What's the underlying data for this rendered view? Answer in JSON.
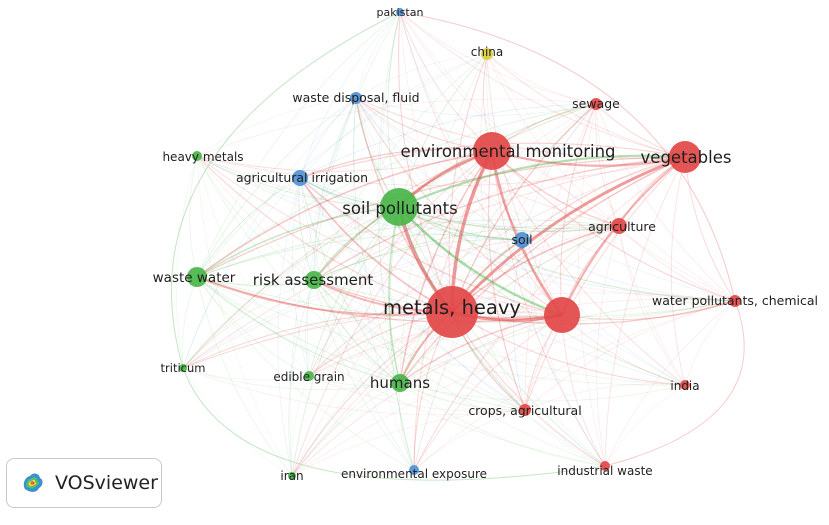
{
  "app": {
    "brand": "VOSviewer"
  },
  "colors": {
    "red": "#e24848",
    "green": "#49b649",
    "blue": "#4f91d6",
    "yellow": "#d9cf3b"
  },
  "nodes": [
    {
      "id": "pakistan",
      "label": "pakistan",
      "cluster": "blue",
      "weight": 2
    },
    {
      "id": "china",
      "label": "china",
      "cluster": "yellow",
      "weight": 2
    },
    {
      "id": "waste-disposal-fluid",
      "label": "waste disposal, fluid",
      "cluster": "blue",
      "weight": 3
    },
    {
      "id": "sewage",
      "label": "sewage",
      "cluster": "red",
      "weight": 3
    },
    {
      "id": "heavy-metals",
      "label": "heavy metals",
      "cluster": "green",
      "weight": 2
    },
    {
      "id": "environmental-monitoring",
      "label": "environmental monitoring",
      "cluster": "red",
      "weight": 10
    },
    {
      "id": "vegetables",
      "label": "vegetables",
      "cluster": "red",
      "weight": 8
    },
    {
      "id": "agricultural-irrigation",
      "label": "agricultural irrigation",
      "cluster": "blue",
      "weight": 4
    },
    {
      "id": "soil-pollutants",
      "label": "soil pollutants",
      "cluster": "green",
      "weight": 10
    },
    {
      "id": "agriculture",
      "label": "agriculture",
      "cluster": "red",
      "weight": 4
    },
    {
      "id": "soil",
      "label": "soil",
      "cluster": "blue",
      "weight": 4
    },
    {
      "id": "waste-water",
      "label": "waste water",
      "cluster": "green",
      "weight": 5
    },
    {
      "id": "risk-assessment",
      "label": "risk assessment",
      "cluster": "green",
      "weight": 5
    },
    {
      "id": "metals-heavy",
      "label": "metals, heavy",
      "cluster": "red",
      "weight": 14
    },
    {
      "id": "red-unlabeled",
      "label": "",
      "cluster": "red",
      "weight": 9
    },
    {
      "id": "water-pollutants-chemical",
      "label": "water pollutants, chemical",
      "cluster": "red",
      "weight": 3
    },
    {
      "id": "triticum",
      "label": "triticum",
      "cluster": "green",
      "weight": 2
    },
    {
      "id": "edible-grain",
      "label": "edible grain",
      "cluster": "green",
      "weight": 2
    },
    {
      "id": "humans",
      "label": "humans",
      "cluster": "green",
      "weight": 5
    },
    {
      "id": "india",
      "label": "india",
      "cluster": "red",
      "weight": 2
    },
    {
      "id": "crops-agricultural",
      "label": "crops, agricultural",
      "cluster": "red",
      "weight": 3
    },
    {
      "id": "iran",
      "label": "iran",
      "cluster": "green",
      "weight": 2
    },
    {
      "id": "environmental-exposure",
      "label": "environmental exposure",
      "cluster": "blue",
      "weight": 2
    },
    {
      "id": "industrial-waste",
      "label": "industrial waste",
      "cluster": "red",
      "weight": 2
    }
  ]
}
